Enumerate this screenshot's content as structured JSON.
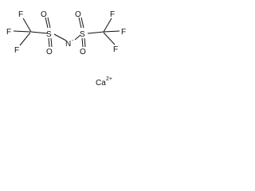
{
  "molecule": {
    "atoms": {
      "F1": "F",
      "F2": "F",
      "F3": "F",
      "S1": "S",
      "O1": "O",
      "O2": "O",
      "N": "N",
      "N_charge": "-",
      "S2": "S",
      "O3": "O",
      "O4": "O",
      "F4": "F",
      "F5": "F",
      "F6": "F"
    },
    "counterion": {
      "symbol": "Ca",
      "charge": "2+"
    }
  }
}
